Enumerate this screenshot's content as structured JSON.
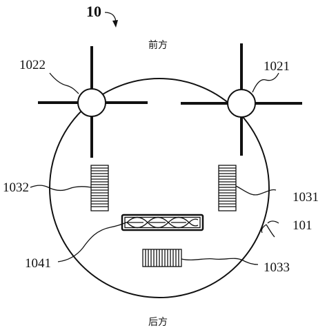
{
  "figure_label": "10",
  "direction": {
    "front": "前方",
    "rear": "后方"
  },
  "callouts": {
    "rotor_left": "1022",
    "rotor_right": "1021",
    "sensor_left": "1032",
    "sensor_right": "1031",
    "sensor_bottom": "1033",
    "body": "101",
    "module": "1041"
  }
}
